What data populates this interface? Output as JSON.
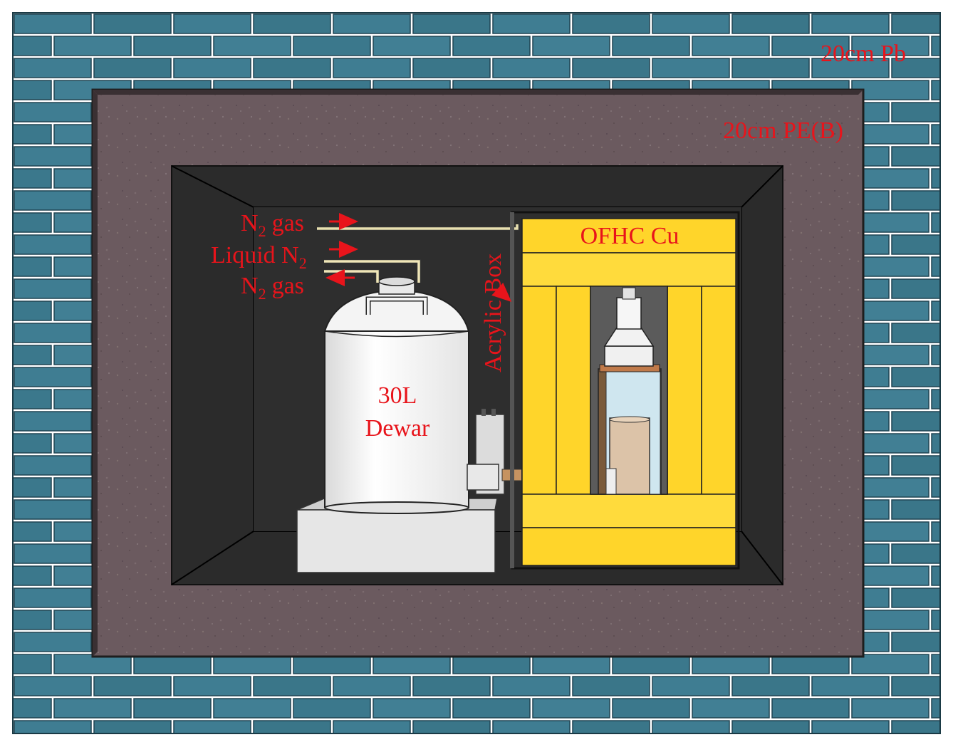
{
  "labels": {
    "pb": "20cm Pb",
    "pe": "20cm PE(B)",
    "dewar_line1": "30L",
    "dewar_line2": "Dewar",
    "cu": "OFHC Cu",
    "acrylic": "Acrylic Box",
    "n2_symbol": "N",
    "n2_subscript": "2",
    "gas_word": "gas",
    "liquid_word": "Liquid N"
  },
  "colors": {
    "label": "#e8141b",
    "brick": "#3d7a8f",
    "mortar": "#ffffff",
    "pe": "#6b5a5e",
    "cavity": "#2a2a2a",
    "copper_shield": "#ffd52a",
    "dewar": "#f2f2f2"
  }
}
